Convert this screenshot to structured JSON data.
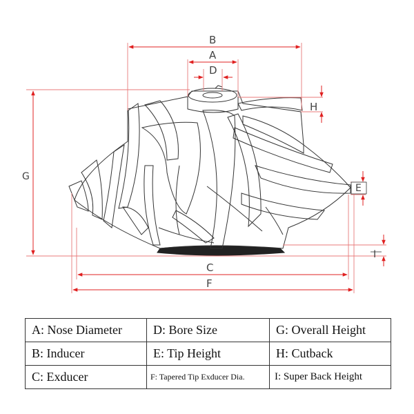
{
  "diagram": {
    "labels": {
      "a": "A",
      "b": "B",
      "c": "C",
      "d": "D",
      "e": "E",
      "f": "F",
      "g": "G",
      "h": "H",
      "i": "I"
    },
    "colors": {
      "dimension": "#e02020",
      "guide": "#e87a7a",
      "outline": "#333333",
      "base": "#222222"
    }
  },
  "legend": {
    "rows": [
      [
        "A: Nose Diameter",
        "D: Bore Size",
        "G: Overall Height"
      ],
      [
        "B: Inducer",
        "E: Tip Height",
        "H: Cutback"
      ],
      [
        "C: Exducer",
        "F: Tapered Tip Exducer Dia.",
        "I: Super Back Height"
      ]
    ]
  }
}
